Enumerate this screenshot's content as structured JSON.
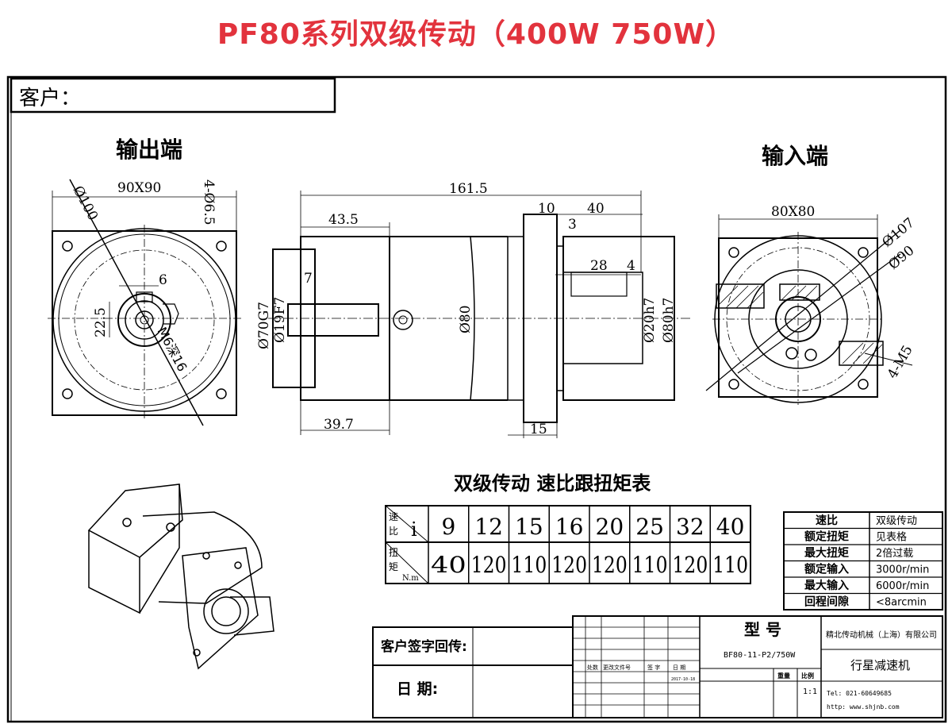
{
  "header": {
    "title": "PF80系列双级传动（400W 750W）"
  },
  "customer": {
    "label": "客户："
  },
  "views": {
    "output_end_label": "输出端",
    "input_end_label": "输入端"
  },
  "dims": {
    "output": [
      "90X90",
      "4-Ø6.5",
      "Ø100",
      "6",
      "22.5",
      "M6深16"
    ],
    "side_top": [
      "161.5",
      "43.5",
      "10",
      "40",
      "3",
      "28",
      "4",
      "7"
    ],
    "side_left": [
      "Ø70G7",
      "Ø19F7"
    ],
    "side_mid": [
      "Ø80",
      "Ø20h7",
      "Ø80h7"
    ],
    "side_bottom": [
      "39.7",
      "15"
    ],
    "input": [
      "80X80",
      "Ø107",
      "Ø90",
      "4-M5"
    ]
  },
  "ratio_table": {
    "title": "双级传动 速比跟扭矩表",
    "row1_label_a": "速",
    "row1_label_b": "比",
    "row1_label_c": "i",
    "row2_label_a": "扭",
    "row2_label_b": "矩",
    "row2_label_c": "N.m",
    "ratios": [
      "9",
      "12",
      "15",
      "16",
      "20",
      "25",
      "32",
      "40"
    ],
    "torques": [
      "40",
      "120",
      "110",
      "120",
      "120",
      "110",
      "120",
      "110"
    ]
  },
  "spec_table": {
    "rows": [
      [
        "速比",
        "双级传动"
      ],
      [
        "额定扭矩",
        "见表格"
      ],
      [
        "最大扭矩",
        "2倍过载"
      ],
      [
        "额定输入",
        "3000r/min"
      ],
      [
        "最大输入",
        "6000r/min"
      ],
      [
        "回程间隙",
        "<8arcmin"
      ]
    ]
  },
  "title_block": {
    "customer_sign": "客户签字回传:",
    "date_label": "日    期:",
    "model_label": "型   号",
    "model_value": "BF80-11-P2/750W",
    "company": "精北传动机械（上海）有限公司",
    "product": "行星减速机",
    "scale_label": "比例",
    "scale_value": "1:1",
    "weight_label": "重量",
    "tel": "Tel: 021-60649685",
    "web": "http: www.shjnb.com",
    "rev_cols": [
      "处数",
      "更改文件号",
      "签 字",
      "日 期"
    ],
    "date_small": "2017-10-18"
  }
}
